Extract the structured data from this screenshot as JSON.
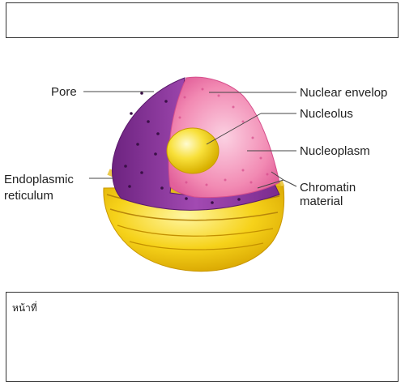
{
  "top_box": {
    "text": ""
  },
  "diagram": {
    "labels": {
      "pore": "Pore",
      "nuclear_envelope": "Nuclear envelop",
      "nucleolus": "Nucleolus",
      "nucleoplasm": "Nucleoplasm",
      "endoplasmic_line1": "Endoplasmic",
      "endoplasmic_line2": "reticulum",
      "chromatin_line1": "Chromatin",
      "chromatin_line2": "material"
    },
    "colors": {
      "envelope": "#8e3d9c",
      "nucleoplasm": "#f07aa6",
      "nucleolus": "#f5d51c",
      "reticulum": "#f3cc12"
    }
  },
  "bottom_box": {
    "page_label": "หน้าที่"
  }
}
